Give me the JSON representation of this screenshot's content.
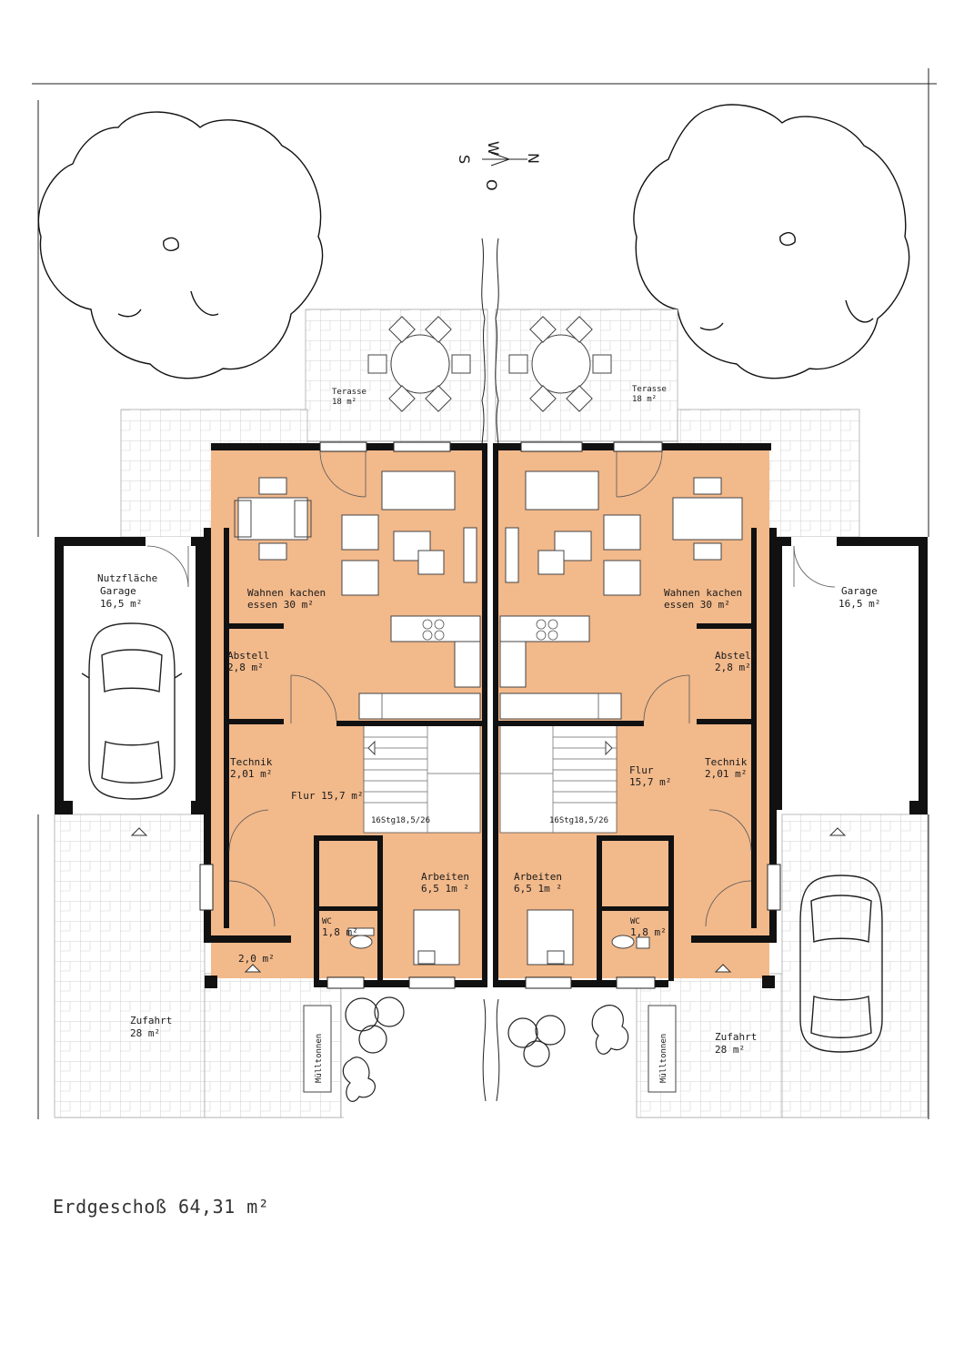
{
  "compass": {
    "w": "W",
    "s": "S",
    "n": "N",
    "o": "O"
  },
  "left": {
    "terrace": {
      "name": "Terasse",
      "area": "18 m²"
    },
    "living": {
      "name": "Wahnen kachen",
      "area": "essen 30 m²"
    },
    "garage": {
      "name": "Nutzfläche",
      "name2": "Garage",
      "area": "16,5 m²"
    },
    "storage": {
      "name": "Abstell",
      "area": "2,8 m²"
    },
    "technik": {
      "name": "Technik",
      "area": "2,01 m²"
    },
    "hall": {
      "name": "Flur 15,7 m²"
    },
    "stairs": {
      "label": "16Stg18,5/26"
    },
    "office": {
      "name": "Arbeiten",
      "area": "6,5 1m ²"
    },
    "wc": {
      "name": "WC",
      "area": "1,8 m²"
    },
    "entry": {
      "area": "2,0 m²"
    },
    "driveway": {
      "name": "Zufahrt",
      "area": "28 m²"
    },
    "bins": {
      "name": "Mülltonnen"
    }
  },
  "right": {
    "terrace": {
      "name": "Terasse",
      "area": "18 m²"
    },
    "living": {
      "name": "Wahnen kachen",
      "area": "essen 30 m²"
    },
    "garage": {
      "name": "Garage",
      "area": "16,5 m²"
    },
    "storage": {
      "name": "Abstell",
      "area": "2,8 m²"
    },
    "technik": {
      "name": "Technik",
      "area": "2,01 m²"
    },
    "hall": {
      "name": "Flur",
      "area": "15,7 m²"
    },
    "stairs": {
      "label": "16Stg18,5/26"
    },
    "office": {
      "name": "Arbeiten",
      "area": "6,5 1m ²"
    },
    "wc": {
      "name": "WC",
      "area": "1,8 m²"
    },
    "driveway": {
      "name": "Zufahrt",
      "area": "28 m²"
    },
    "bins": {
      "name": "Mülltonnen"
    }
  },
  "caption": "Erdgeschoß 64,31 m²",
  "colors": {
    "room_fill": "#f2b98b",
    "wall": "#111111",
    "paving": "#b9b9b9"
  }
}
